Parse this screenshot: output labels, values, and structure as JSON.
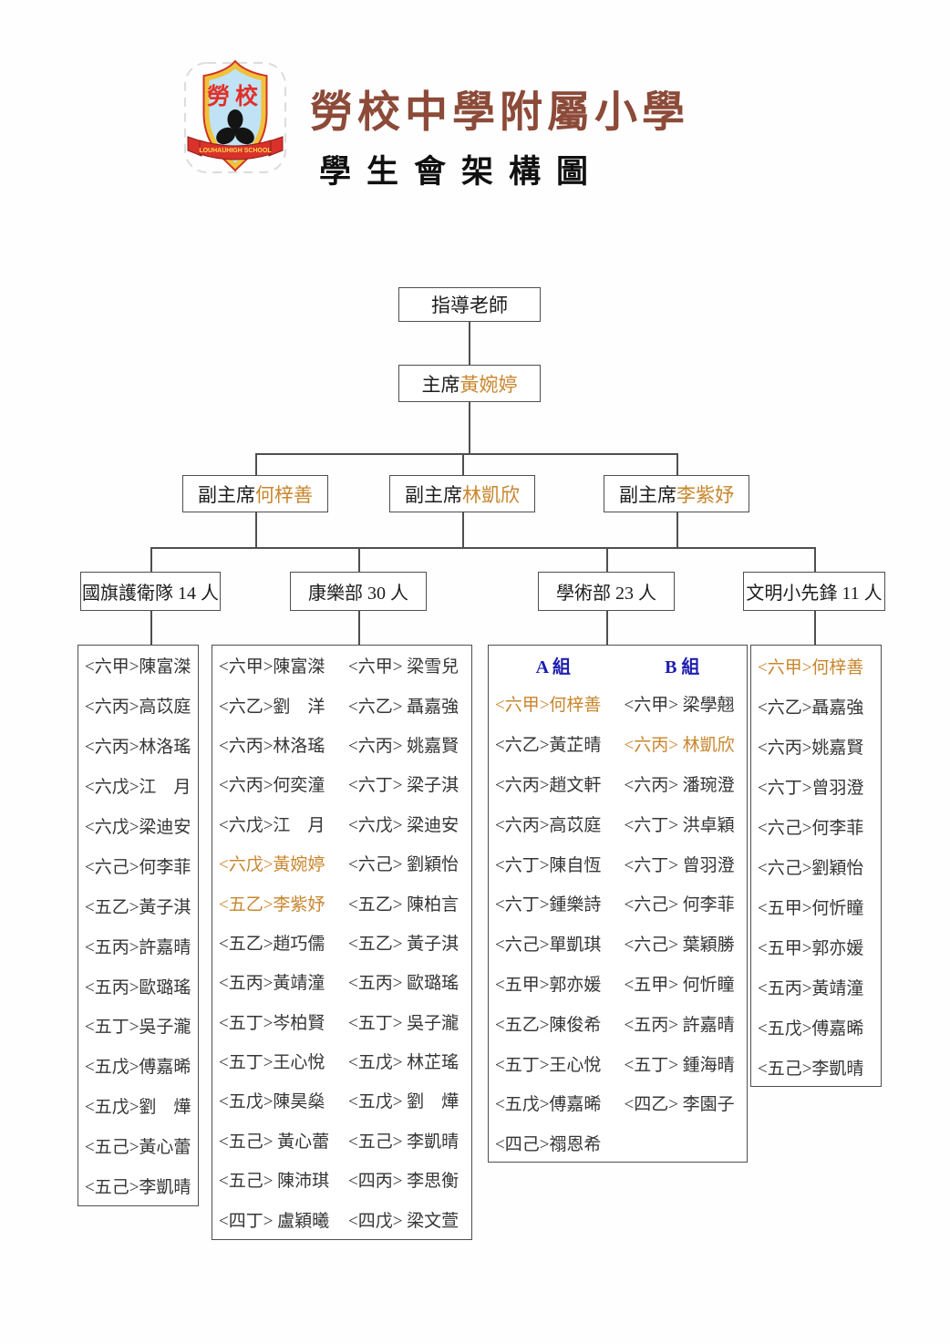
{
  "colors": {
    "highlight": "#c8862d",
    "group_blue": "#1e1eb0",
    "title_brown": "#8c4a38",
    "line": "#4f4f4f"
  },
  "header": {
    "school_name": "勞校中學附屬小學",
    "page_title": "學生會架構圖",
    "crest": {
      "top_text": "勞校",
      "banner_text": "LOUHAUHIGH SCHOOL"
    }
  },
  "chart": {
    "advisor": "指導老師",
    "chairman": {
      "title": "主席",
      "name": "黃婉婷"
    },
    "vice_chairmen": [
      {
        "title": "副主席",
        "name": "何梓善"
      },
      {
        "title": "副主席",
        "name": "林凱欣"
      },
      {
        "title": "副主席",
        "name": "李紫妤"
      }
    ],
    "departments": [
      {
        "label": "國旗護衛隊 14 人",
        "members": [
          {
            "text": "<六甲>陳富滐"
          },
          {
            "text": "<六丙>高苡庭"
          },
          {
            "text": "<六丙>林洛瑤"
          },
          {
            "text": "<六戊>江　月"
          },
          {
            "text": "<六戊>梁迪安"
          },
          {
            "text": "<六己>何李菲"
          },
          {
            "text": "<五乙>黃子淇"
          },
          {
            "text": "<五丙>許嘉晴"
          },
          {
            "text": "<五丙>歐璐瑤"
          },
          {
            "text": "<五丁>吳子瀧"
          },
          {
            "text": "<五戊>傅嘉晞"
          },
          {
            "text": "<五戊>劉　燁"
          },
          {
            "text": "<五己>黃心蕾"
          },
          {
            "text": "<五己>李凱晴"
          }
        ]
      },
      {
        "label": "康樂部 30 人",
        "left": [
          {
            "text": "<六甲>陳富滐"
          },
          {
            "text": "<六乙>劉　洋"
          },
          {
            "text": "<六丙>林洛瑤"
          },
          {
            "text": "<六丙>何奕潼"
          },
          {
            "text": "<六戊>江　月"
          },
          {
            "text": "<六戊>黃婉婷",
            "hl": true
          },
          {
            "text": "<五乙>李紫妤",
            "hl": true
          },
          {
            "text": "<五乙>趙巧儒"
          },
          {
            "text": "<五丙>黃靖潼"
          },
          {
            "text": "<五丁>岑柏賢"
          },
          {
            "text": "<五丁>王心悅"
          },
          {
            "text": "<五戊>陳昊燊"
          },
          {
            "text": "<五己> 黃心蕾"
          },
          {
            "text": "<五己> 陳沛琪"
          },
          {
            "text": "<四丁> 盧穎曦"
          }
        ],
        "right": [
          {
            "text": "<六甲> 梁雪兒"
          },
          {
            "text": "<六乙> 聶嘉強"
          },
          {
            "text": "<六丙> 姚嘉賢"
          },
          {
            "text": "<六丁> 梁子淇"
          },
          {
            "text": "<六戊> 梁迪安"
          },
          {
            "text": "<六己> 劉穎怡"
          },
          {
            "text": "<五乙> 陳柏言"
          },
          {
            "text": "<五乙> 黃子淇"
          },
          {
            "text": "<五丙> 歐璐瑤"
          },
          {
            "text": "<五丁> 吳子瀧"
          },
          {
            "text": "<五戊> 林芷瑤"
          },
          {
            "text": "<五戊> 劉　燁"
          },
          {
            "text": "<五己> 李凱晴"
          },
          {
            "text": "<四丙> 李思衡"
          },
          {
            "text": "<四戊> 梁文萱"
          }
        ]
      },
      {
        "label": "學術部 23 人",
        "groups": [
          "A 組",
          "B 組"
        ],
        "left": [
          {
            "text": "<六甲>何梓善",
            "hl": true
          },
          {
            "text": "<六乙>黃芷晴"
          },
          {
            "text": "<六丙>趙文軒"
          },
          {
            "text": "<六丙>高苡庭"
          },
          {
            "text": "<六丁>陳自恆"
          },
          {
            "text": "<六丁>鍾樂詩"
          },
          {
            "text": "<六己>單凱琪"
          },
          {
            "text": "<五甲>郭亦媛"
          },
          {
            "text": "<五乙>陳俊希"
          },
          {
            "text": "<五丁>王心悅"
          },
          {
            "text": "<五戊>傅嘉晞"
          },
          {
            "text": "<四己>禤恩希"
          }
        ],
        "right": [
          {
            "text": "<六甲> 梁學翹"
          },
          {
            "text": "<六丙> 林凱欣",
            "hl": true
          },
          {
            "text": "<六丙> 潘琬澄"
          },
          {
            "text": "<六丁> 洪卓穎"
          },
          {
            "text": "<六丁> 曾羽澄"
          },
          {
            "text": "<六己> 何李菲"
          },
          {
            "text": "<六己> 葉穎勝"
          },
          {
            "text": "<五甲> 何忻瞳"
          },
          {
            "text": "<五丙> 許嘉晴"
          },
          {
            "text": "<五丁> 鍾海晴"
          },
          {
            "text": "<四乙> 李園子"
          }
        ]
      },
      {
        "label": "文明小先鋒 11 人",
        "members": [
          {
            "text": "<六甲>何梓善",
            "hl": true
          },
          {
            "text": "<六乙>聶嘉強"
          },
          {
            "text": "<六丙>姚嘉賢"
          },
          {
            "text": "<六丁>曾羽澄"
          },
          {
            "text": "<六己>何李菲"
          },
          {
            "text": "<六己>劉穎怡"
          },
          {
            "text": "<五甲>何忻瞳"
          },
          {
            "text": "<五甲>郭亦媛"
          },
          {
            "text": "<五丙>黃靖潼"
          },
          {
            "text": "<五戊>傅嘉晞"
          },
          {
            "text": "<五己>李凱晴"
          }
        ]
      }
    ]
  }
}
